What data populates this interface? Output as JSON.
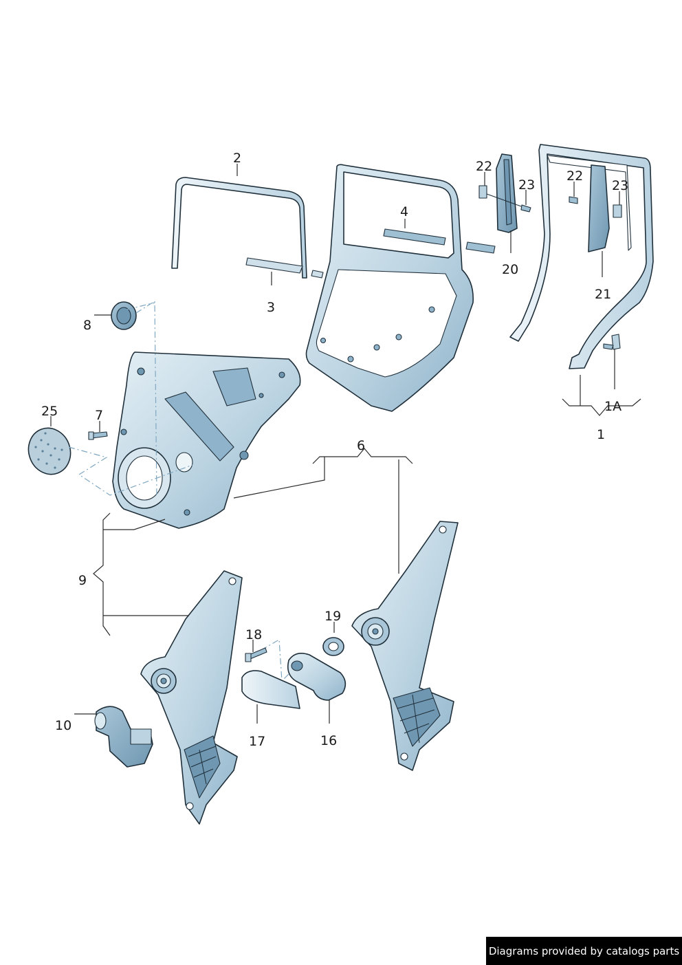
{
  "colors": {
    "part_light": "#dbe9f1",
    "part_mid": "#b9d2e1",
    "part_dark": "#8fb3ca",
    "outline": "#1f2f3a",
    "dash_line": "#7fa7c1",
    "banner_bg": "#000000",
    "banner_text": "#ffffff"
  },
  "callouts": {
    "c1": "1",
    "c1a": "1A",
    "c2": "2",
    "c3": "3",
    "c4": "4",
    "c6": "6",
    "c7": "7",
    "c8": "8",
    "c9": "9",
    "c10": "10",
    "c16": "16",
    "c17": "17",
    "c18": "18",
    "c19": "19",
    "c20": "20",
    "c21": "21",
    "c22a": "22",
    "c22b": "22",
    "c23a": "23",
    "c23b": "23",
    "c25": "25"
  },
  "footer": {
    "credit": "Diagrams provided by catalogs parts"
  }
}
